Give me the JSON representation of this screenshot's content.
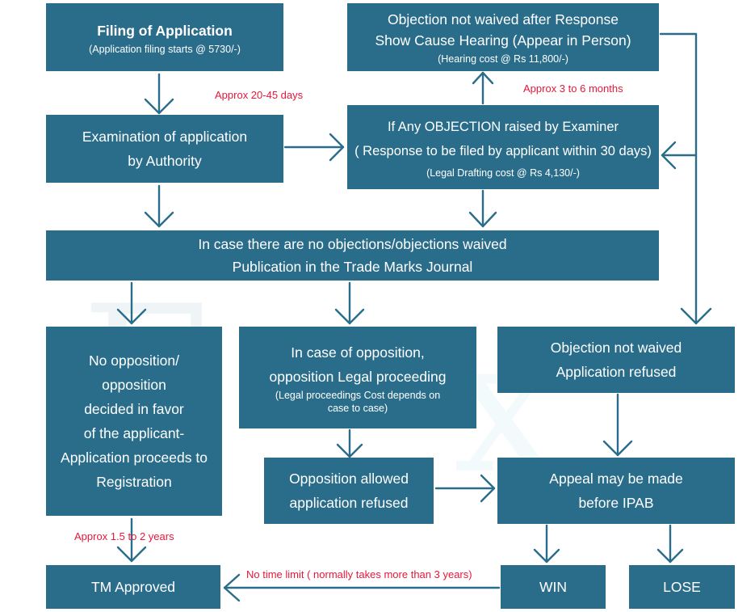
{
  "boxes": {
    "filing": {
      "title": "Filing of Application",
      "sub": "(Application filing starts @ 5730/-)"
    },
    "examination": {
      "lines": [
        "Examination of application",
        "by Authority"
      ]
    },
    "objection_raised": {
      "lines": [
        "If Any OBJECTION raised by Examiner",
        "( Response to be filed by applicant within 30 days)"
      ],
      "sub": "(Legal Drafting cost @ Rs 4,130/-)"
    },
    "show_cause": {
      "lines": [
        "Objection not waived after Response",
        "Show Cause Hearing (Appear in Person)"
      ],
      "sub": "(Hearing cost  @ Rs 11,800/-)"
    },
    "publication": {
      "lines": [
        "In case there are no objections/objections waived",
        "Publication in the Trade Marks Journal"
      ]
    },
    "no_opposition": {
      "lines": [
        "No opposition/",
        "opposition",
        "decided in favor",
        "of the applicant-",
        "Application proceeds to",
        "Registration"
      ]
    },
    "opposition_case": {
      "lines": [
        "In case of opposition,",
        "opposition Legal proceeding"
      ],
      "sub_lines": [
        "(Legal proceedings Cost  depends on",
        "case  to case)"
      ]
    },
    "objection_refused": {
      "lines": [
        "Objection not waived",
        "Application refused"
      ]
    },
    "opposition_allowed": {
      "lines": [
        "Opposition allowed",
        "application refused"
      ]
    },
    "appeal": {
      "lines": [
        "Appeal may be made",
        "before IPAB"
      ]
    },
    "tm_approved": {
      "label": "TM Approved"
    },
    "win": {
      "label": "WIN"
    },
    "lose": {
      "label": "LOSE"
    }
  },
  "notes": {
    "filing_to_exam": "Approx 20-45 days",
    "objection_to_hearing": "Approx 3 to 6 months",
    "registration_time": "Approx 1.5 to 2 years",
    "win_to_approved": "No time limit ( normally takes more than 3 years)"
  },
  "colors": {
    "box": "#2a6d8a",
    "note": "#e8173a"
  }
}
